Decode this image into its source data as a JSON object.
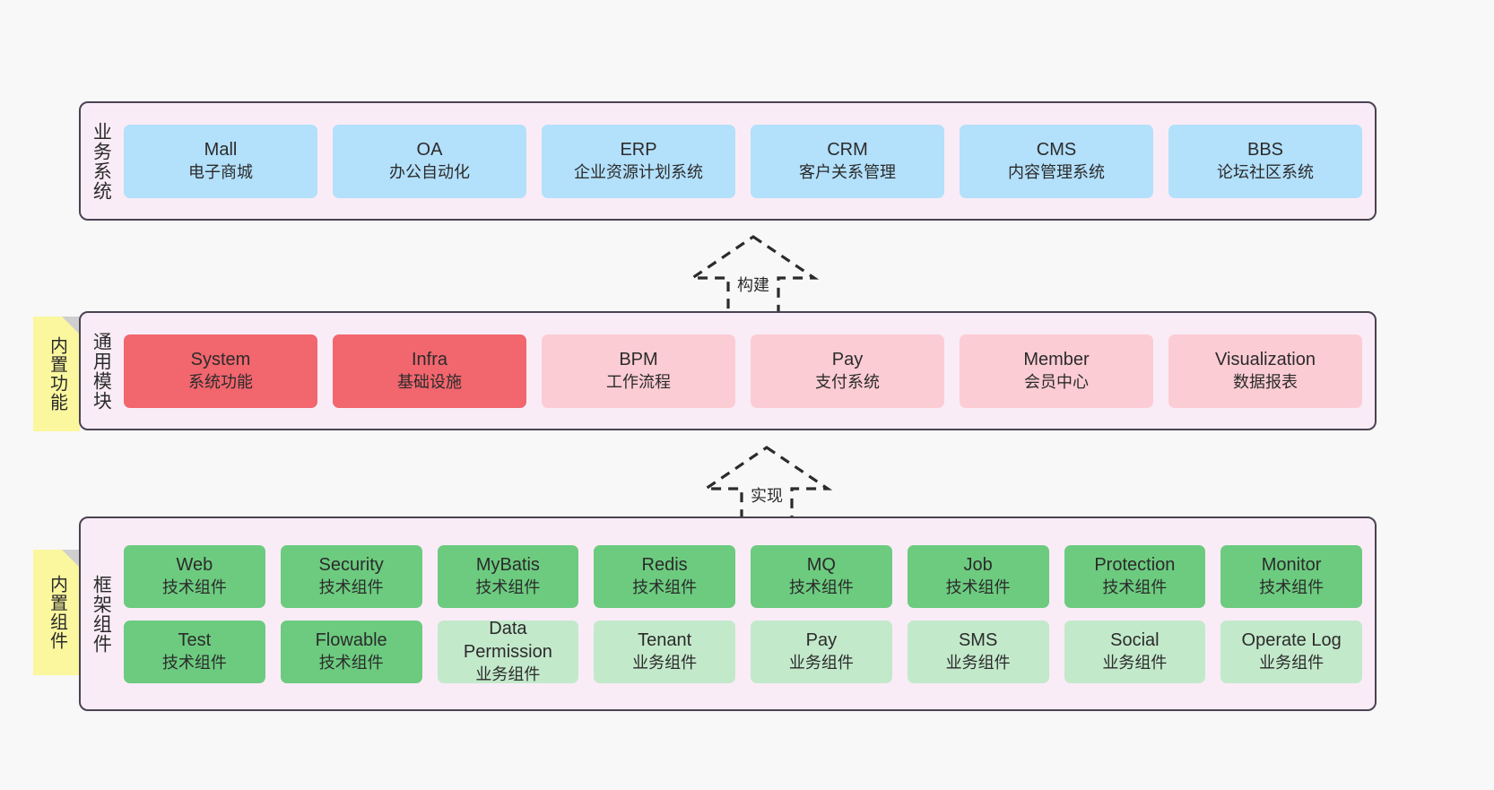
{
  "diagram": {
    "background_color": "#f8f8f8",
    "layer_fill": "#f9ecf6",
    "layer_border": "#4a4352",
    "sticky_color": "#fbf79e",
    "colors": {
      "business": "#b3e0fb",
      "module_primary": "#f2666e",
      "module_secondary": "#fcccd4",
      "tech_component": "#6ccb7f",
      "biz_component": "#c3e9cb"
    }
  },
  "layers": [
    {
      "id": "business-system",
      "title": "业务系统",
      "rows": [
        [
          {
            "name": "Mall",
            "desc": "电子商城"
          },
          {
            "name": "OA",
            "desc": "办公自动化"
          },
          {
            "name": "ERP",
            "desc": "企业资源计划系统"
          },
          {
            "name": "CRM",
            "desc": "客户关系管理"
          },
          {
            "name": "CMS",
            "desc": "内容管理系统"
          },
          {
            "name": "BBS",
            "desc": "论坛社区系统"
          }
        ]
      ]
    },
    {
      "id": "common-module",
      "title": "通用模块",
      "sticky": "内置功能",
      "rows": [
        [
          {
            "name": "System",
            "desc": "系统功能"
          },
          {
            "name": "Infra",
            "desc": "基础设施"
          },
          {
            "name": "BPM",
            "desc": "工作流程"
          },
          {
            "name": "Pay",
            "desc": "支付系统"
          },
          {
            "name": "Member",
            "desc": "会员中心"
          },
          {
            "name": "Visualization",
            "desc": "数据报表"
          }
        ]
      ]
    },
    {
      "id": "framework-component",
      "title": "框架组件",
      "sticky": "内置组件",
      "rows": [
        [
          {
            "name": "Web",
            "desc": "技术组件"
          },
          {
            "name": "Security",
            "desc": "技术组件"
          },
          {
            "name": "MyBatis",
            "desc": "技术组件"
          },
          {
            "name": "Redis",
            "desc": "技术组件"
          },
          {
            "name": "MQ",
            "desc": "技术组件"
          },
          {
            "name": "Job",
            "desc": "技术组件"
          },
          {
            "name": "Protection",
            "desc": "技术组件"
          },
          {
            "name": "Monitor",
            "desc": "技术组件"
          }
        ],
        [
          {
            "name": "Test",
            "desc": "技术组件"
          },
          {
            "name": "Flowable",
            "desc": "技术组件"
          },
          {
            "name": "Data Permission",
            "desc": "业务组件"
          },
          {
            "name": "Tenant",
            "desc": "业务组件"
          },
          {
            "name": "Pay",
            "desc": "业务组件"
          },
          {
            "name": "SMS",
            "desc": "业务组件"
          },
          {
            "name": "Social",
            "desc": "业务组件"
          },
          {
            "name": "Operate Log",
            "desc": "业务组件"
          }
        ]
      ]
    }
  ],
  "connectors": [
    {
      "id": "build",
      "label": "构建"
    },
    {
      "id": "implement",
      "label": "实现"
    }
  ]
}
